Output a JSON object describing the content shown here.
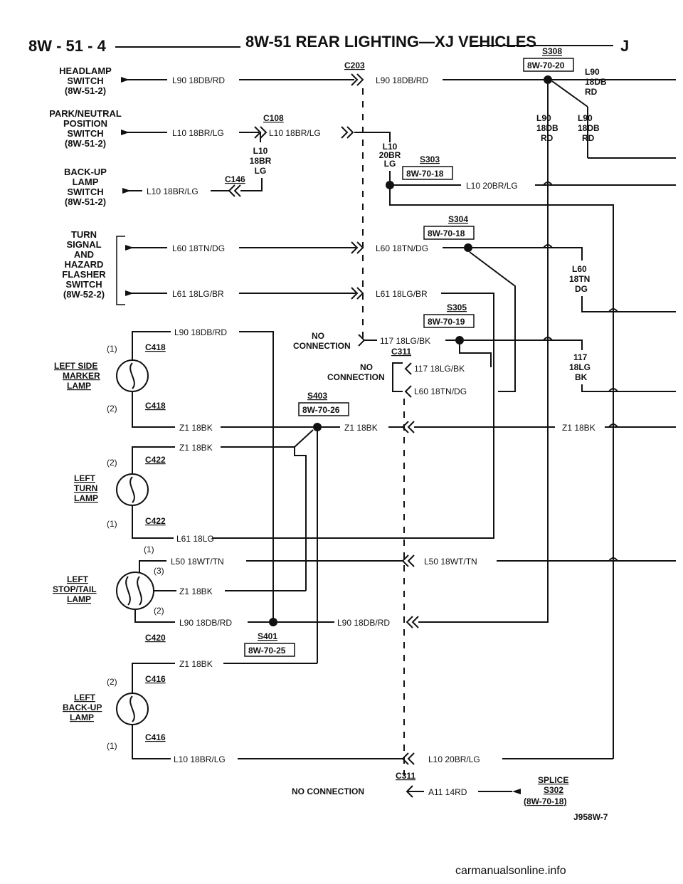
{
  "header": {
    "left": "8W - 51 - 4",
    "title": "8W-51 REAR LIGHTING—XJ VEHICLES",
    "right": "J"
  },
  "switches": {
    "headlamp": [
      "HEADLAMP",
      "SWITCH",
      "(8W-51-2)"
    ],
    "park_neutral": [
      "PARK/NEUTRAL",
      "POSITION",
      "SWITCH",
      "(8W-51-2)"
    ],
    "backup": [
      "BACK-UP",
      "LAMP",
      "SWITCH",
      "(8W-51-2)"
    ],
    "turn": [
      "TURN",
      "SIGNAL",
      "AND",
      "HAZARD",
      "FLASHER",
      "SWITCH",
      "(8W-52-2)"
    ]
  },
  "lamps": {
    "side_marker": [
      "LEFT SIDE",
      "MARKER",
      "LAMP"
    ],
    "turn": [
      "LEFT",
      "TURN",
      "LAMP"
    ],
    "stop_tail": [
      "LEFT",
      "STOP/TAIL",
      "LAMP"
    ],
    "backup": [
      "LEFT",
      "BACK-UP",
      "LAMP"
    ]
  },
  "connectors": {
    "c203": "C203",
    "c108": "C108",
    "c146": "C146",
    "c311": "C311",
    "c418": "C418",
    "c422": "C422",
    "c420": "C420",
    "c416": "C416"
  },
  "splices": {
    "s308": "S308",
    "s308_ref": "8W-70-20",
    "s303": "S303",
    "s303_ref": "8W-70-18",
    "s304": "S304",
    "s304_ref": "8W-70-18",
    "s305": "S305",
    "s305_ref": "8W-70-19",
    "s403": "S403",
    "s403_ref": "8W-70-26",
    "s401": "S401",
    "s401_ref": "8W-70-25"
  },
  "wires": {
    "l90": "L90 18DB/RD",
    "l10_br": "L10 18BR/LG",
    "l10_20br": "L10 20BR/LG",
    "l60": "L60 18TN/DG",
    "l61": "L61 18LG/BR",
    "l61_lg": "L61 18LG",
    "l50": "L50 18WT/TN",
    "z1": "Z1 18BK",
    "w117": "117 18LG/BK",
    "a11": "A11 14RD"
  },
  "stacked": {
    "l90a": [
      "L90",
      "18DB",
      "RD"
    ],
    "l90b": [
      "L90",
      "18DB",
      "RD"
    ],
    "l90c": [
      "L90",
      "18DB",
      "RD"
    ],
    "l10a": [
      "L10",
      "18BR",
      "LG"
    ],
    "l10b": [
      "L10",
      "20BR",
      "LG"
    ],
    "l60": [
      "L60",
      "18TN",
      "DG"
    ],
    "w117": [
      "117",
      "18LG",
      "BK"
    ]
  },
  "pins": {
    "p1": "(1)",
    "p2": "(2)",
    "p3": "(3)"
  },
  "no_connection": "NO CONNECTION",
  "no_conn_stack": [
    "NO",
    "CONNECTION"
  ],
  "splice_note": [
    "SPLICE",
    "S302",
    "(8W-70-18)"
  ],
  "figure_code": "J958W-7",
  "watermark": "carmanualsonline.info"
}
